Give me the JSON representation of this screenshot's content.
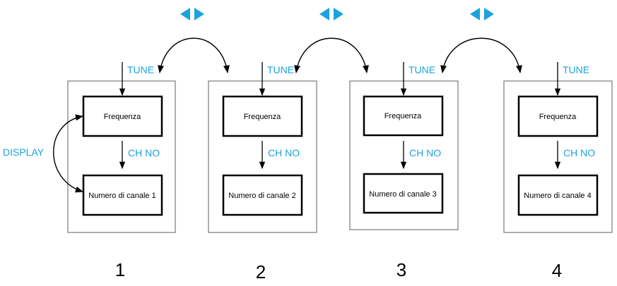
{
  "colors": {
    "accent": "#1aa3dc",
    "line": "#000000",
    "panel_border": "#7a7a7a"
  },
  "labels": {
    "tune": "TUNE",
    "ch_no": "CH NO",
    "display": "DISPLAY"
  },
  "nav_arrows_icon": "left-right-triangle-icon",
  "panels": [
    {
      "frequency": "Frequenza",
      "channel": "Numero di canale 1",
      "number": "1"
    },
    {
      "frequency": "Frequenza",
      "channel": "Numero di canale 2",
      "number": "2"
    },
    {
      "frequency": "Frequenza",
      "channel": "Numero di canale 3",
      "number": "3"
    },
    {
      "frequency": "Frequenza",
      "channel": "Numero di canale 4",
      "number": "4"
    }
  ]
}
